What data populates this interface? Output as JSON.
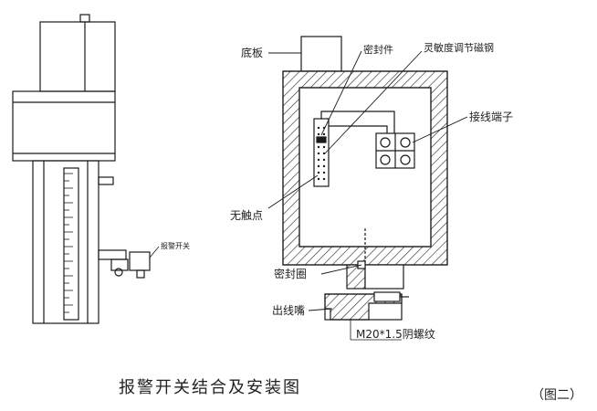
{
  "labels": {
    "base_plate": "底板",
    "seal_part": "密封件",
    "sensitivity_magnet": "灵敏度调节磁钢",
    "terminal": "接线端子",
    "no_contact": "无触点",
    "seal_ring": "密封圈",
    "outlet": "出线嘴",
    "thread": "M20*1.5阴螺纹",
    "alarm_switch_small": "报警开关"
  },
  "caption": {
    "title": "报警开关结合及安装图",
    "figure": "（图二）"
  },
  "colors": {
    "line": "#1a1a1a",
    "hatch": "#333333"
  }
}
